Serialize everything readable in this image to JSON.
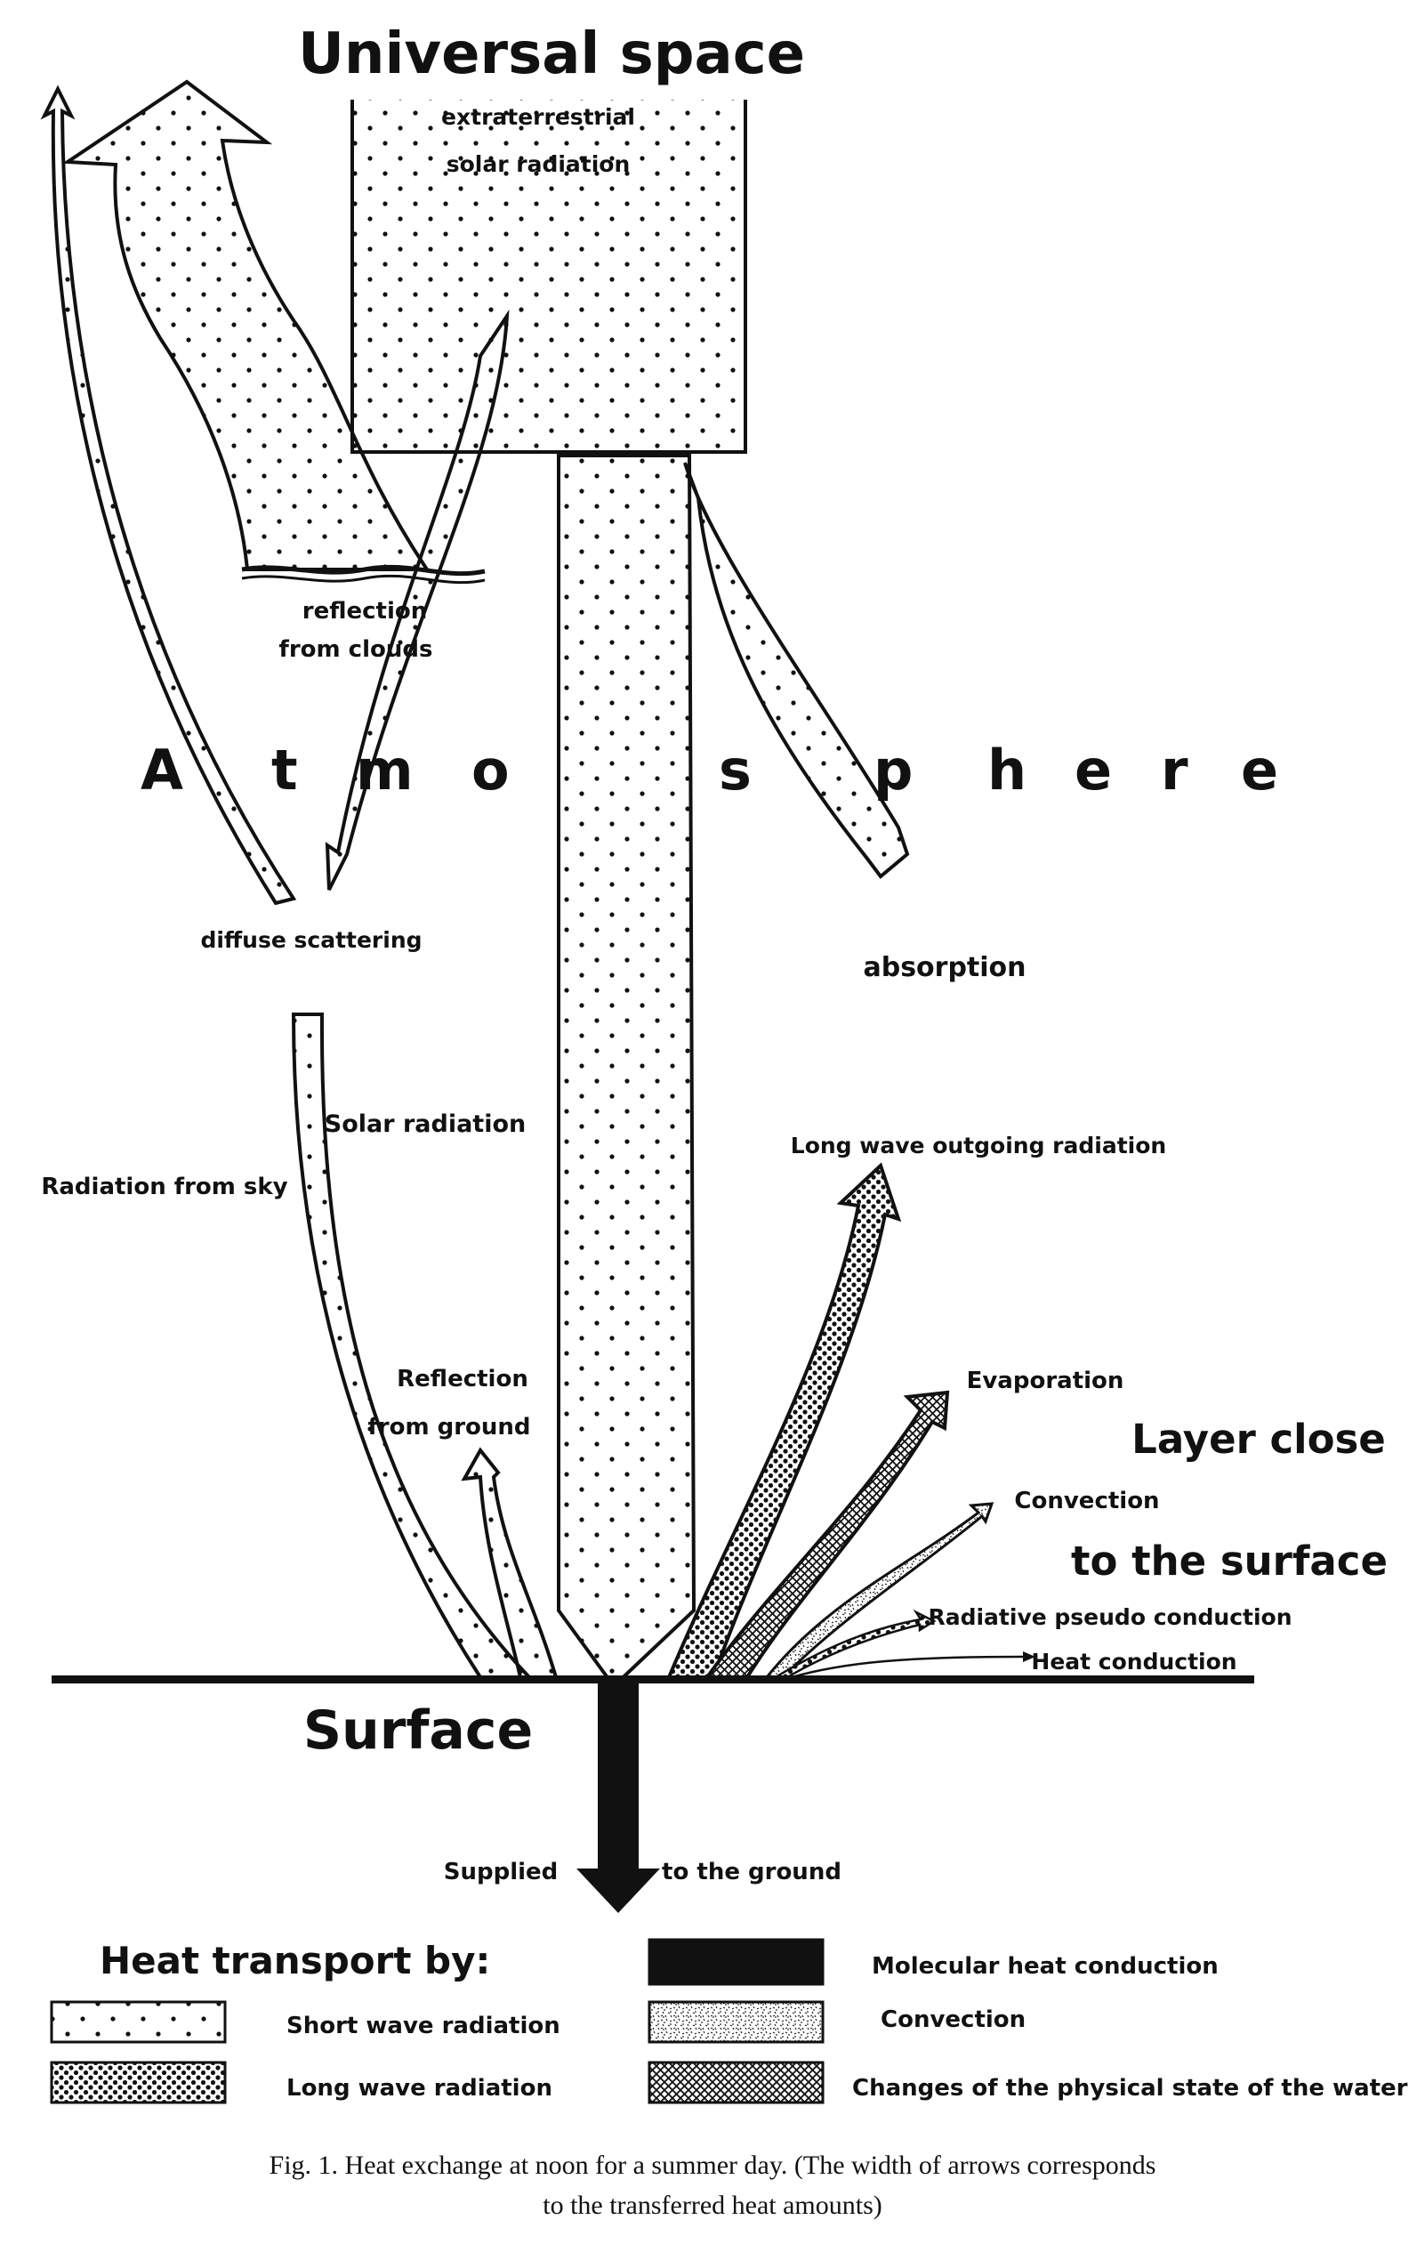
{
  "title": "Universal space",
  "labels": {
    "extraterrestrial_line1": "extraterrestrial",
    "extraterrestrial_line2": "solar radiation",
    "reflection_clouds_line1": "reflection",
    "reflection_clouds_line2": "from clouds",
    "atmosphere_letters": [
      "A",
      "t",
      "m",
      "o",
      "s",
      "p",
      "h",
      "e",
      "r",
      "e"
    ],
    "diffuse_scattering": "diffuse scattering",
    "absorption": "absorption",
    "solar_radiation": "Solar radiation",
    "radiation_from_sky": "Radiation from sky",
    "long_wave_outgoing": "Long wave outgoing radiation",
    "evaporation": "Evaporation",
    "layer_close_line1": "Layer close",
    "layer_close_line2": "to the surface",
    "convection": "Convection",
    "radiative_pseudo": "Radiative pseudo conduction",
    "heat_conduction": "Heat conduction",
    "reflection_ground_line1": "Reflection",
    "reflection_ground_line2": "from ground",
    "surface": "Surface",
    "supplied": "Supplied",
    "to_the_ground": "to the ground"
  },
  "legend": {
    "heading": "Heat transport by:",
    "short_wave": "Short wave radiation",
    "long_wave": "Long wave radiation",
    "molecular": "Molecular heat conduction",
    "convection": "Convection",
    "changes_water": "Changes of the physical state of the water"
  },
  "caption": {
    "line1": "Fig. 1. Heat exchange at noon for a summer day. (The width of arrows corresponds",
    "line2": "to the transferred heat amounts)"
  }
}
